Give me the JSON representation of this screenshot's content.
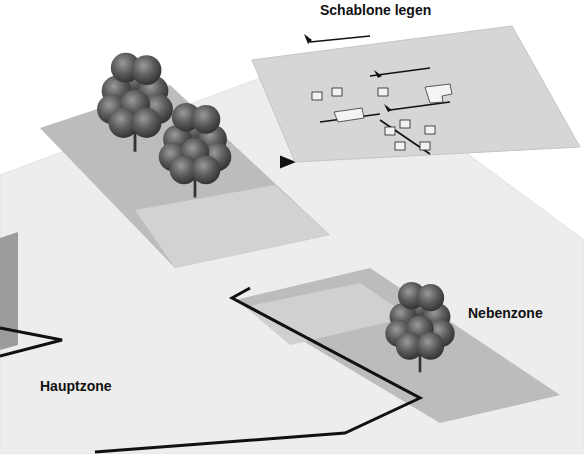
{
  "diagram": {
    "nodes": [
      {
        "text": [
          "Schablone legen"
        ]
      },
      {
        "text": [
          "Nebenzone"
        ]
      },
      {
        "text": [
          "Hauptzone"
        ]
      }
    ],
    "edges": [
      {
        "from": 0,
        "to": 2,
        "arrow": "to"
      }
    ]
  }
}
